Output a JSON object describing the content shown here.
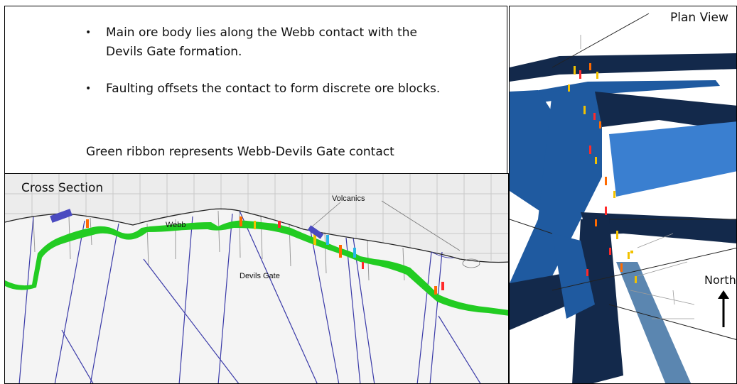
{
  "text_panel": {
    "bullets": [
      "Main ore body lies along the Webb contact with the Devils Gate formation.",
      "Faulting offsets the contact to form discrete ore blocks."
    ],
    "bullet_glyph": "•",
    "note": "Green ribbon represents Webb-Devils Gate contact"
  },
  "cross_section": {
    "title": "Cross Section",
    "labels": {
      "volcanics": "Volcanics",
      "webb": "Webb",
      "devils_gate": "Devils Gate"
    },
    "colors": {
      "ribbon": "#22cc22",
      "fault": "#3a3aa8",
      "topography": "#222222",
      "grid": "#c8c8c8"
    }
  },
  "plan_view": {
    "title": "Plan View",
    "north_label": "North",
    "north_icon": "up-arrow-icon",
    "colors": {
      "dark_navy": "#13294b",
      "mid_blue": "#1f5aa0",
      "light_blue": "#3a7fd0",
      "steel_blue": "#5b86b0"
    }
  }
}
